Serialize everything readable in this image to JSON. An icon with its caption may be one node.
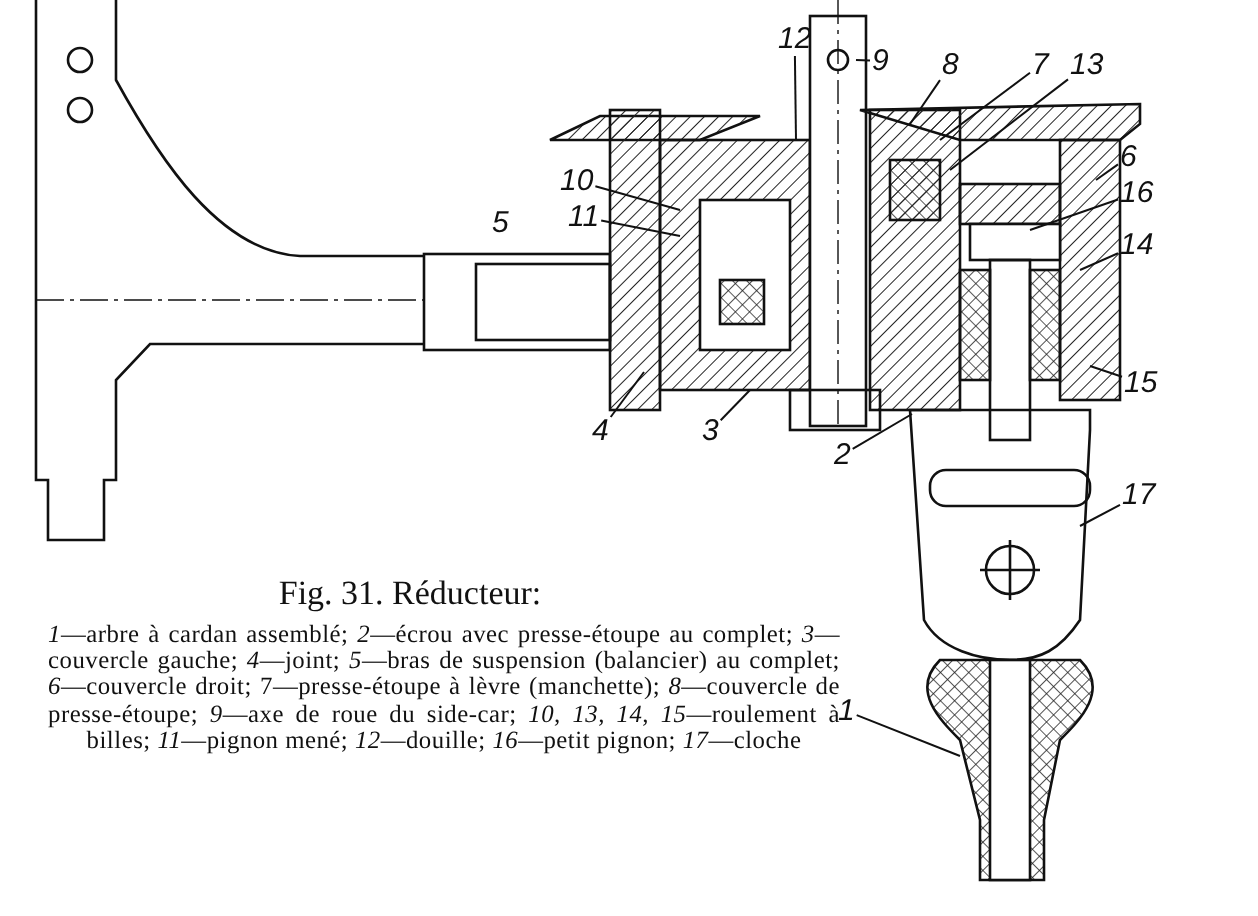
{
  "diagram": {
    "title": "Fig. 31. Réducteur:",
    "caption": "*1*—arbre à cardan assemblé; *2*—écrou avec presse-étoupe au complet; *3*—couvercle gauche; *4*—joint; *5*—bras de suspension (balancier) au complet; *6*—couvercle droit; 7—presse-étoupe à lèvre (manchette); *8*—couvercle de presse-étoupe; *9*—axe de roue du side-car; *10, 13, 14, 15*—roulement à billes; *11*—pignon mené; *12*—douille; *16*—petit pignon; *17*—cloche",
    "nodes": [
      {
        "text": [
          "12"
        ]
      },
      {
        "text": [
          "9"
        ]
      },
      {
        "text": [
          "8"
        ]
      },
      {
        "text": [
          "7"
        ]
      },
      {
        "text": [
          "13"
        ]
      },
      {
        "text": [
          "6"
        ]
      },
      {
        "text": [
          "16"
        ]
      },
      {
        "text": [
          "10"
        ]
      },
      {
        "text": [
          "11"
        ]
      },
      {
        "text": [
          "14"
        ]
      },
      {
        "text": [
          "15"
        ]
      },
      {
        "text": [
          "4"
        ]
      },
      {
        "text": [
          "3"
        ]
      },
      {
        "text": [
          "2"
        ]
      },
      {
        "text": [
          "17"
        ]
      },
      {
        "text": [
          "1"
        ]
      }
    ],
    "edges": [
      {
        "from": 0,
        "to": null,
        "arrow": "none"
      },
      {
        "from": 1,
        "to": null,
        "arrow": "none"
      },
      {
        "from": 2,
        "to": null,
        "arrow": "none"
      },
      {
        "from": 3,
        "to": null,
        "arrow": "none"
      },
      {
        "from": 4,
        "to": null,
        "arrow": "none"
      },
      {
        "from": 5,
        "to": null,
        "arrow": "none"
      },
      {
        "from": 6,
        "to": null,
        "arrow": "none"
      },
      {
        "from": 7,
        "to": null,
        "arrow": "none"
      },
      {
        "from": 8,
        "to": null,
        "arrow": "none"
      },
      {
        "from": 9,
        "to": null,
        "arrow": "none"
      },
      {
        "from": 10,
        "to": null,
        "arrow": "none"
      },
      {
        "from": 11,
        "to": null,
        "arrow": "none"
      },
      {
        "from": 12,
        "to": null,
        "arrow": "none"
      },
      {
        "from": 13,
        "to": null,
        "arrow": "none"
      },
      {
        "from": 14,
        "to": null,
        "arrow": "none"
      },
      {
        "from": 15,
        "to": null,
        "arrow": "none"
      }
    ],
    "labels": [
      "5"
    ]
  }
}
